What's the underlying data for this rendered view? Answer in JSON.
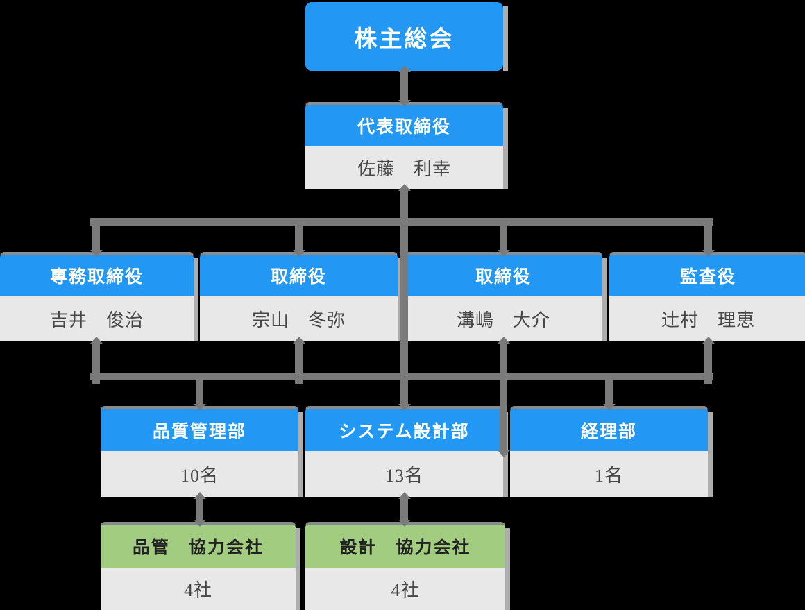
{
  "colors": {
    "background": "#000000",
    "header_blue": "#2298F4",
    "header_green": "#A2CD80",
    "body_gray": "#E8E8E8",
    "connector_gray": "#7A7A7A",
    "edge_top": "#8A8A8A",
    "strip": "#ADADAD",
    "header_text": "#FFFFFF",
    "green_header_text": "#222222",
    "body_text": "#474747"
  },
  "nodes": [
    {
      "id": "shareholders_meeting",
      "title": "株主総会",
      "subtitle": "",
      "variant": "blue-root"
    },
    {
      "id": "representative_director",
      "title": "代表取締役",
      "subtitle": "佐藤　利幸",
      "variant": "blue"
    },
    {
      "id": "senior_managing_director",
      "title": "専務取締役",
      "subtitle": "吉井　俊治",
      "variant": "blue"
    },
    {
      "id": "director_1",
      "title": "取締役",
      "subtitle": "宗山　冬弥",
      "variant": "blue"
    },
    {
      "id": "director_2",
      "title": "取締役",
      "subtitle": "溝嶋　大介",
      "variant": "blue"
    },
    {
      "id": "auditor",
      "title": "監査役",
      "subtitle": "辻村　理恵",
      "variant": "blue"
    },
    {
      "id": "quality_control_dept",
      "title": "品質管理部",
      "subtitle": "10名",
      "variant": "blue"
    },
    {
      "id": "system_design_dept",
      "title": "システム設計部",
      "subtitle": "13名",
      "variant": "blue"
    },
    {
      "id": "accounting_dept",
      "title": "経理部",
      "subtitle": "1名",
      "variant": "blue"
    },
    {
      "id": "qc_partner_companies",
      "title": "品管　協力会社",
      "subtitle": "4社",
      "variant": "green"
    },
    {
      "id": "design_partner_companies",
      "title": "設計　協力会社",
      "subtitle": "4社",
      "variant": "green"
    }
  ],
  "edges": [
    {
      "from": "shareholders_meeting",
      "to": "representative_director"
    },
    {
      "from": "representative_director",
      "to": "senior_managing_director"
    },
    {
      "from": "representative_director",
      "to": "director_1"
    },
    {
      "from": "representative_director",
      "to": "director_2"
    },
    {
      "from": "representative_director",
      "to": "auditor"
    },
    {
      "from": "representative_director",
      "to": "system_design_dept"
    },
    {
      "from": "senior_managing_director",
      "to": "quality_control_dept"
    },
    {
      "from": "director_2",
      "to": "accounting_dept"
    },
    {
      "from": "quality_control_dept",
      "to": "qc_partner_companies"
    },
    {
      "from": "system_design_dept",
      "to": "design_partner_companies"
    }
  ]
}
